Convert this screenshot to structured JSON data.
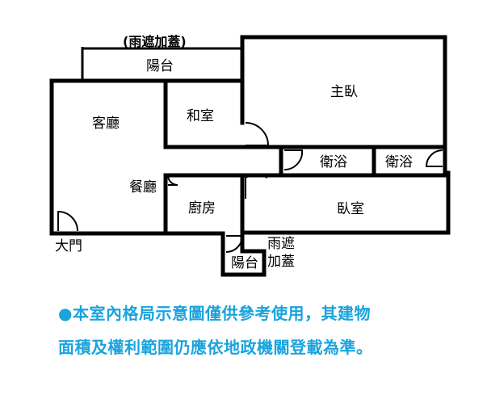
{
  "labels": {
    "top_balcony_note": "(雨遮加蓋)",
    "top_balcony": "陽台",
    "master_bedroom": "主臥",
    "living_room": "客廳",
    "japanese_room": "和室",
    "bathroom_1": "衛浴",
    "bathroom_2": "衛浴",
    "dining_room": "餐廳",
    "kitchen": "廚房",
    "bedroom": "臥室",
    "main_door": "大門",
    "bottom_balcony": "陽台",
    "bottom_balcony_note_1": "雨遮",
    "bottom_balcony_note_2": "加蓋"
  },
  "disclaimer": {
    "line1": "●本室內格局示意圖僅供參考使用，其建物",
    "line2": "面積及權利範圍仍應依地政機關登載為準。"
  },
  "colors": {
    "wall": "#000000",
    "disclaimer": "#1aa3dc"
  }
}
